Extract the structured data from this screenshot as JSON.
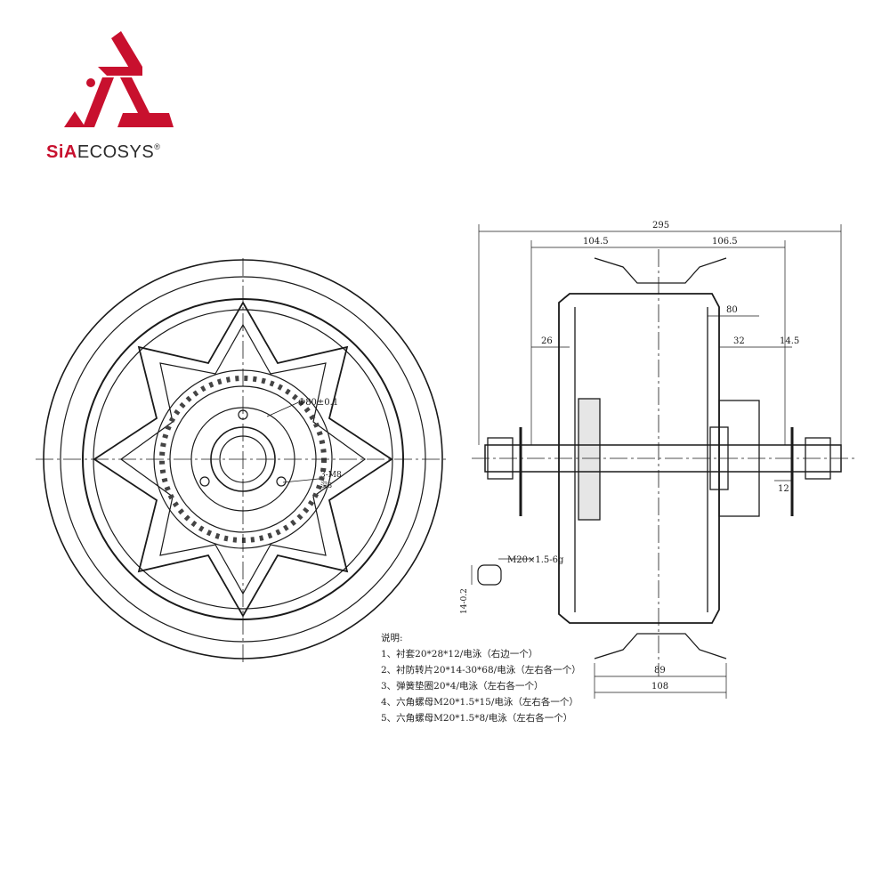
{
  "brand": {
    "prefix": "SiA",
    "suffix": "ECOSYS",
    "registered": "®",
    "accent_color": "#c8102e"
  },
  "front_view": {
    "center_bore_dim": "Φ80±0.1",
    "thread_callout": "3-M8",
    "thread_depth": "深8"
  },
  "side_view": {
    "dims": {
      "overall": "295",
      "left_half": "104.5",
      "right_half": "106.5",
      "d80": "80",
      "d26": "26",
      "d32": "32",
      "d14_5": "14.5",
      "d12": "12",
      "bottom_inner": "89",
      "bottom_outer": "108"
    }
  },
  "axle_detail": {
    "thread_spec": "M20×1.5-6g",
    "flat_dim": "14-0.2"
  },
  "notes": {
    "title": "说明:",
    "items": [
      "1、衬套20*28*12/电泳（右边一个）",
      "2、衬防转片20*14-30*68/电泳（左右各一个）",
      "3、弹簧垫圈20*4/电泳（左右各一个）",
      "4、六角螺母M20*1.5*15/电泳（左右各一个）",
      "5、六角螺母M20*1.5*8/电泳（左右各一个）"
    ]
  }
}
